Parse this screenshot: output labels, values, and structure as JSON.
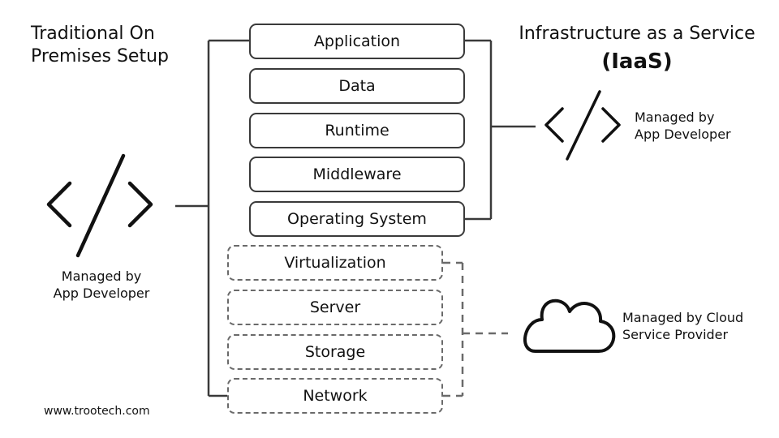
{
  "left_title": {
    "line1": "Traditional On",
    "line2": "Premises Setup"
  },
  "right_title": {
    "line1": "Infrastructure as a Service",
    "line2": "(IaaS)"
  },
  "layers": {
    "developer_managed": [
      {
        "label": "Application"
      },
      {
        "label": "Data"
      },
      {
        "label": "Runtime"
      },
      {
        "label": "Middleware"
      },
      {
        "label": "Operating System"
      }
    ],
    "provider_managed": [
      {
        "label": "Virtualization"
      },
      {
        "label": "Server"
      },
      {
        "label": "Storage"
      },
      {
        "label": "Network"
      }
    ]
  },
  "left_caption": {
    "line1": "Managed by",
    "line2": "App Developer"
  },
  "right_dev_caption": {
    "line1": "Managed by",
    "line2": "App Developer"
  },
  "cloud_caption": {
    "line1": "Managed by Cloud",
    "line2": "Service Provider"
  },
  "footer": "www.trootech.com",
  "icons": {
    "left": "code-brackets-icon",
    "right": "code-brackets-icon",
    "cloud": "cloud-icon"
  },
  "colors": {
    "line": "#3a3a3a",
    "dashed": "#6a6a6a",
    "text": "#111111"
  }
}
